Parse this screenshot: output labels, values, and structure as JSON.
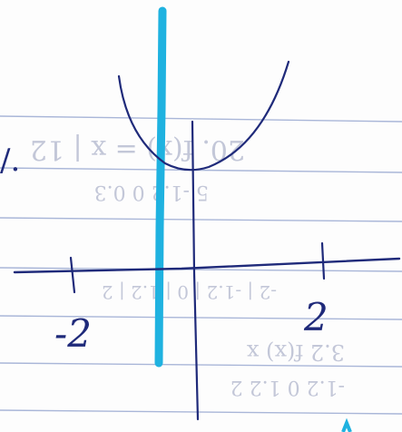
{
  "handwriting": {
    "tick_label_left": "-2",
    "tick_label_right": "2",
    "margin_mark": "/."
  },
  "bleed_through": {
    "line_1": "20. f(x) = x | 12",
    "line_2": "5  -1.2  0  0.3",
    "line_3": "-2 | -1.2 | 0 | 1.2 | 2",
    "line_4": "3.2  f(x)  x",
    "line_5": "-1.2  0  1.2  2"
  },
  "colors": {
    "paper": "#fdfdfd",
    "rule_line": "#a9b6d8",
    "ink": "#1f2a7a",
    "highlighter": "#1fb2e0",
    "bleed": "#c3c7d8"
  }
}
